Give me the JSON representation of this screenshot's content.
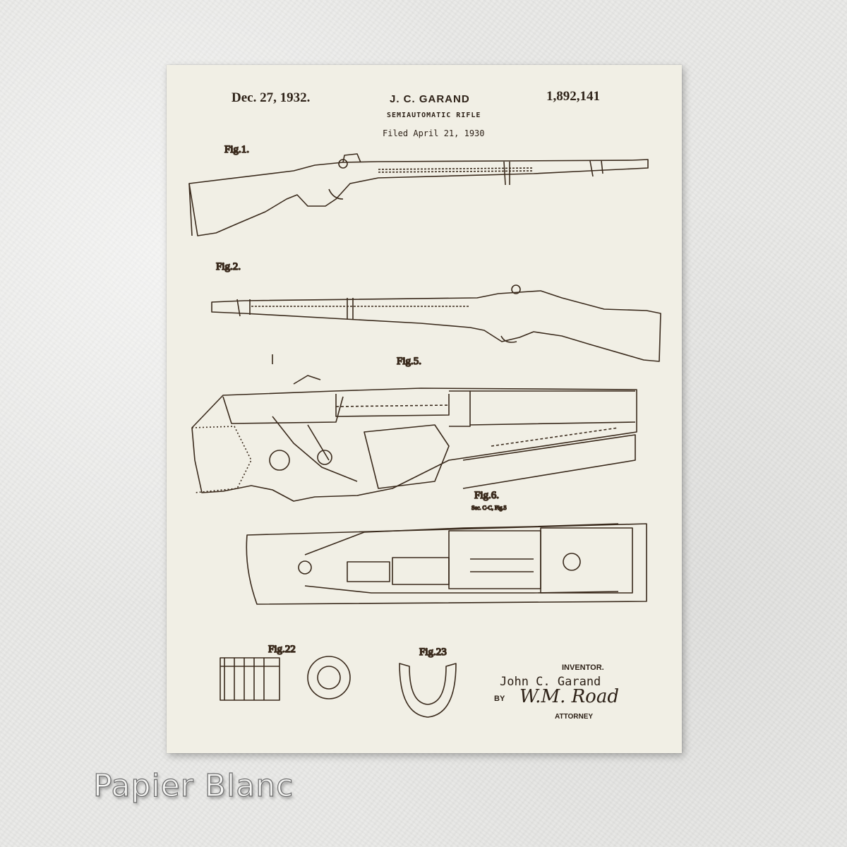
{
  "patent": {
    "date": "Dec. 27, 1932.",
    "inventor_header": "J. C. GARAND",
    "number": "1,892,141",
    "title": "SEMIAUTOMATIC RIFLE",
    "filed": "Filed April 21, 1930"
  },
  "figures": {
    "fig1": "Fig.1.",
    "fig2": "Fig.2.",
    "fig5": "Fig.5.",
    "fig6": "Fig.6.",
    "fig6_sub": "Sec. C-C, Fig.5",
    "fig22": "Fig.22",
    "fig23": "Fig.23"
  },
  "signature_block": {
    "inventor_label": "INVENTOR.",
    "inventor_name": "John C. Garand",
    "by": "BY",
    "attorney_signature": "W.M. Road",
    "attorney_label": "ATTORNEY"
  },
  "product": {
    "caption": "Papier Blanc"
  },
  "colors": {
    "paper": "#f1efe5",
    "ink": "#3a2a1c",
    "background": "#e9e9e7"
  }
}
